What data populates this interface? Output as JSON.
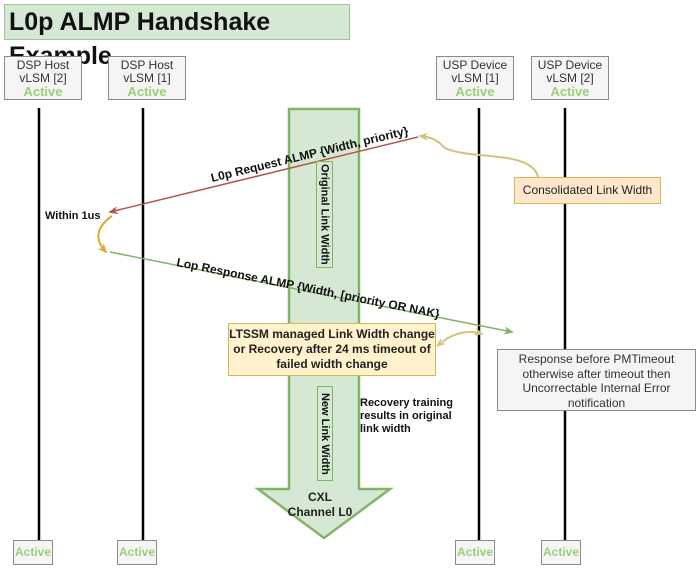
{
  "title": "L0p ALMP Handshake Example",
  "actors": [
    {
      "line1": "DSP Host",
      "line2": "vLSM [2]",
      "state": "Active"
    },
    {
      "line1": "DSP Host",
      "line2": "vLSM [1]",
      "state": "Active"
    },
    {
      "line1": "USP Device",
      "line2": "vLSM [1]",
      "state": "Active"
    },
    {
      "line1": "USP Device",
      "line2": "vLSM [2]",
      "state": "Active"
    }
  ],
  "footer_states": [
    "Active",
    "Active",
    "Active",
    "Active"
  ],
  "messages": {
    "request": "L0p Request ALMP {Width, priority}",
    "response": "Lop Response ALMP {Width, [priority OR NAK}"
  },
  "labels": {
    "within": "Within 1us",
    "original_link_width": "Original Link Width",
    "new_link_width": "New Link Width",
    "cxl_line1": "CXL",
    "cxl_line2": "Channel L0",
    "recovery_line1": "Recovery training",
    "recovery_line2": "results in original",
    "recovery_line3": "link width"
  },
  "notes": {
    "consolidated": "Consolidated Link Width",
    "ltssm_line1": "LTSSM managed Link Width change",
    "ltssm_line2": "or Recovery after 24 ms timeout of",
    "ltssm_line3": "failed width change",
    "response_line1": "Response before PMTimeout",
    "response_line2": "otherwise after timeout then",
    "response_line3": "Uncorrectable Internal Error",
    "response_line4": "notification"
  },
  "colors": {
    "request_arrow": "#b85450",
    "response_arrow": "#82b366",
    "callout_curve": "#d6c27a",
    "within_curve": "#e3a72f",
    "channel_fill": "#d5e8d4",
    "channel_stroke": "#82b366",
    "active_text": "#97d077"
  }
}
